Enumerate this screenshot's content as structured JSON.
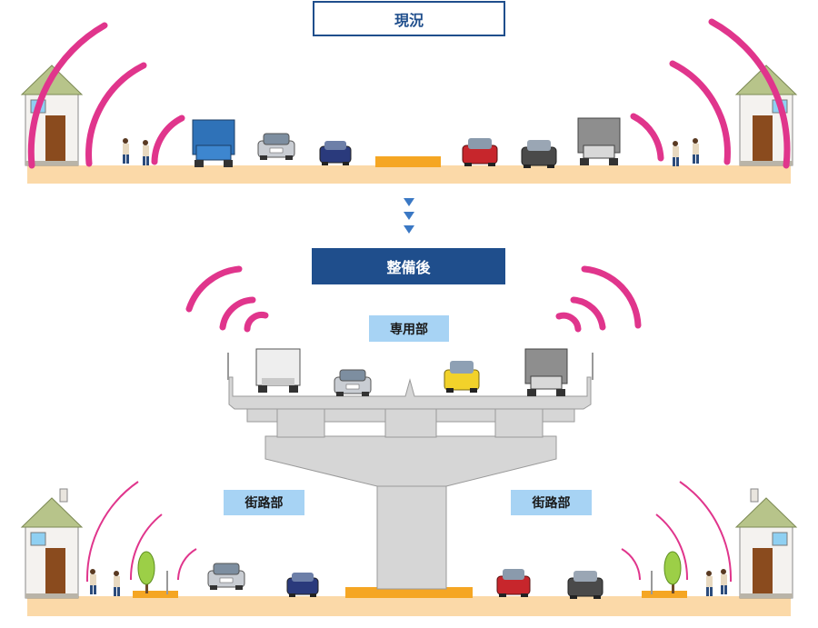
{
  "current": {
    "label": "現況"
  },
  "after": {
    "label": "整備後"
  },
  "zones": {
    "dedicated": "専用部",
    "street_left": "街路部",
    "street_right": "街路部"
  },
  "colors": {
    "title_blue": "#1f4e8c",
    "zone_label": "#a7d3f4",
    "noise_wave": "#e0358c",
    "road": "#fbd9a8",
    "median": "#f5a623",
    "concrete": "#d6d6d6"
  }
}
